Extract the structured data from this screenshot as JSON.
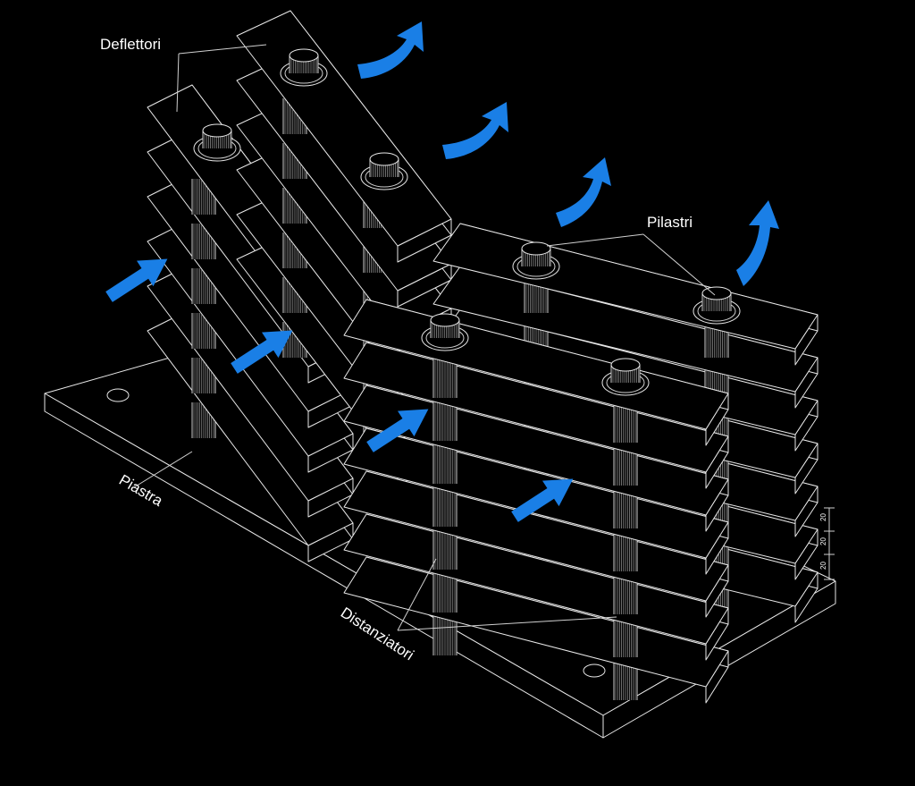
{
  "labels": {
    "deflettori": "Deflettori",
    "pilastri": "Pilastri",
    "piastra": "Piastra",
    "distanziatori": "Distanziatori"
  },
  "dimensions": [
    "20",
    "20",
    "20"
  ],
  "colors": {
    "background": "#000000",
    "lines": "#e8e8e8",
    "flow_arrows": "#1a7fe6"
  },
  "icons": {
    "flow_arrow": "blue-flow-arrow-icon",
    "exhaust_arrow": "curved-up-arrow-icon"
  }
}
